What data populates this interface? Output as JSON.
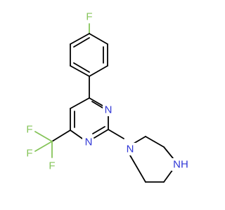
{
  "atoms": {
    "f_para": {
      "text": "F",
      "color": "#86c45a"
    },
    "n_ring_1": {
      "text": "N",
      "color": "#2f36d6"
    },
    "n_ring_3": {
      "text": "N",
      "color": "#2f36d6"
    },
    "n_pip_1": {
      "text": "N",
      "color": "#2f36d6"
    },
    "nh_pip_4": {
      "text": "NH",
      "color": "#2f36d6"
    },
    "f_cf3_a": {
      "text": "F",
      "color": "#86c45a"
    },
    "f_cf3_b": {
      "text": "F",
      "color": "#86c45a"
    },
    "f_cf3_c": {
      "text": "F",
      "color": "#86c45a"
    }
  },
  "colors": {
    "bond": "#000000",
    "nitrogen": "#2f36d6",
    "fluorine": "#86c45a",
    "background": "#ffffff"
  }
}
